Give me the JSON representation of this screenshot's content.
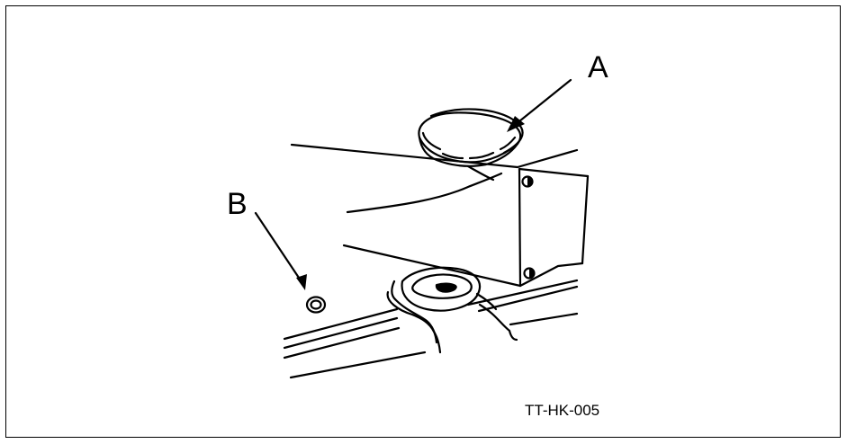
{
  "labels": {
    "a": "A",
    "b": "B"
  },
  "figure_code": "TT-HK-005",
  "colors": {
    "line": "#000000",
    "background": "#ffffff"
  }
}
